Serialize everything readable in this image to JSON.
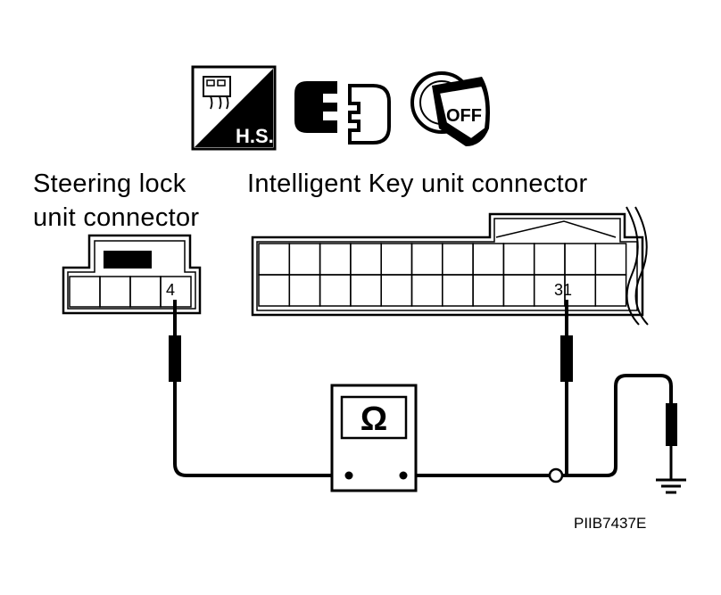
{
  "icons": {
    "hs_badge_text": "H.S.",
    "ignition_key_text": "OFF"
  },
  "labels": {
    "steering_lock_line1": "Steering lock",
    "steering_lock_line2": "unit connector",
    "intelligent_key": "Intelligent Key unit connector"
  },
  "pins": {
    "steering_pin": "4",
    "key_pin": "31"
  },
  "meter": {
    "symbol": "Ω"
  },
  "figure_code": "PIIB7437E"
}
